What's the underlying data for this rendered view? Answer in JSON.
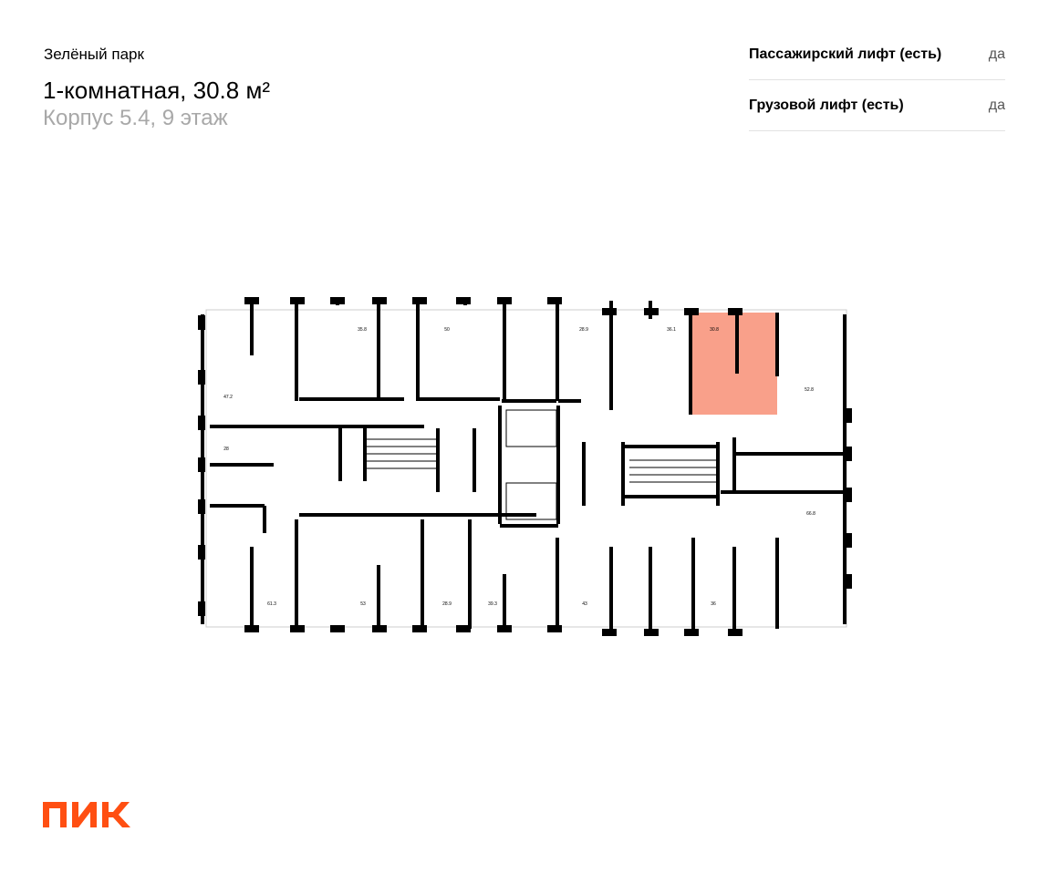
{
  "header": {
    "project": "Зелёный парк",
    "title": "1-комнатная, 30.8 м²",
    "subtitle": "Корпус 5.4, 9 этаж"
  },
  "specs": [
    {
      "label": "Пассажирский лифт (есть)",
      "value": "да"
    },
    {
      "label": "Грузовой лифт (есть)",
      "value": "да"
    }
  ],
  "plan": {
    "highlight_color": "#F9A08A",
    "units": [
      "47.2",
      "28",
      "35.8",
      "50",
      "28.9",
      "36.1",
      "30.8",
      "52.8",
      "66.8",
      "61.3",
      "53",
      "28.9",
      "39.3",
      "43",
      "36"
    ]
  },
  "brand": {
    "logo_text": "ПИК",
    "color": "#FF4F12"
  }
}
